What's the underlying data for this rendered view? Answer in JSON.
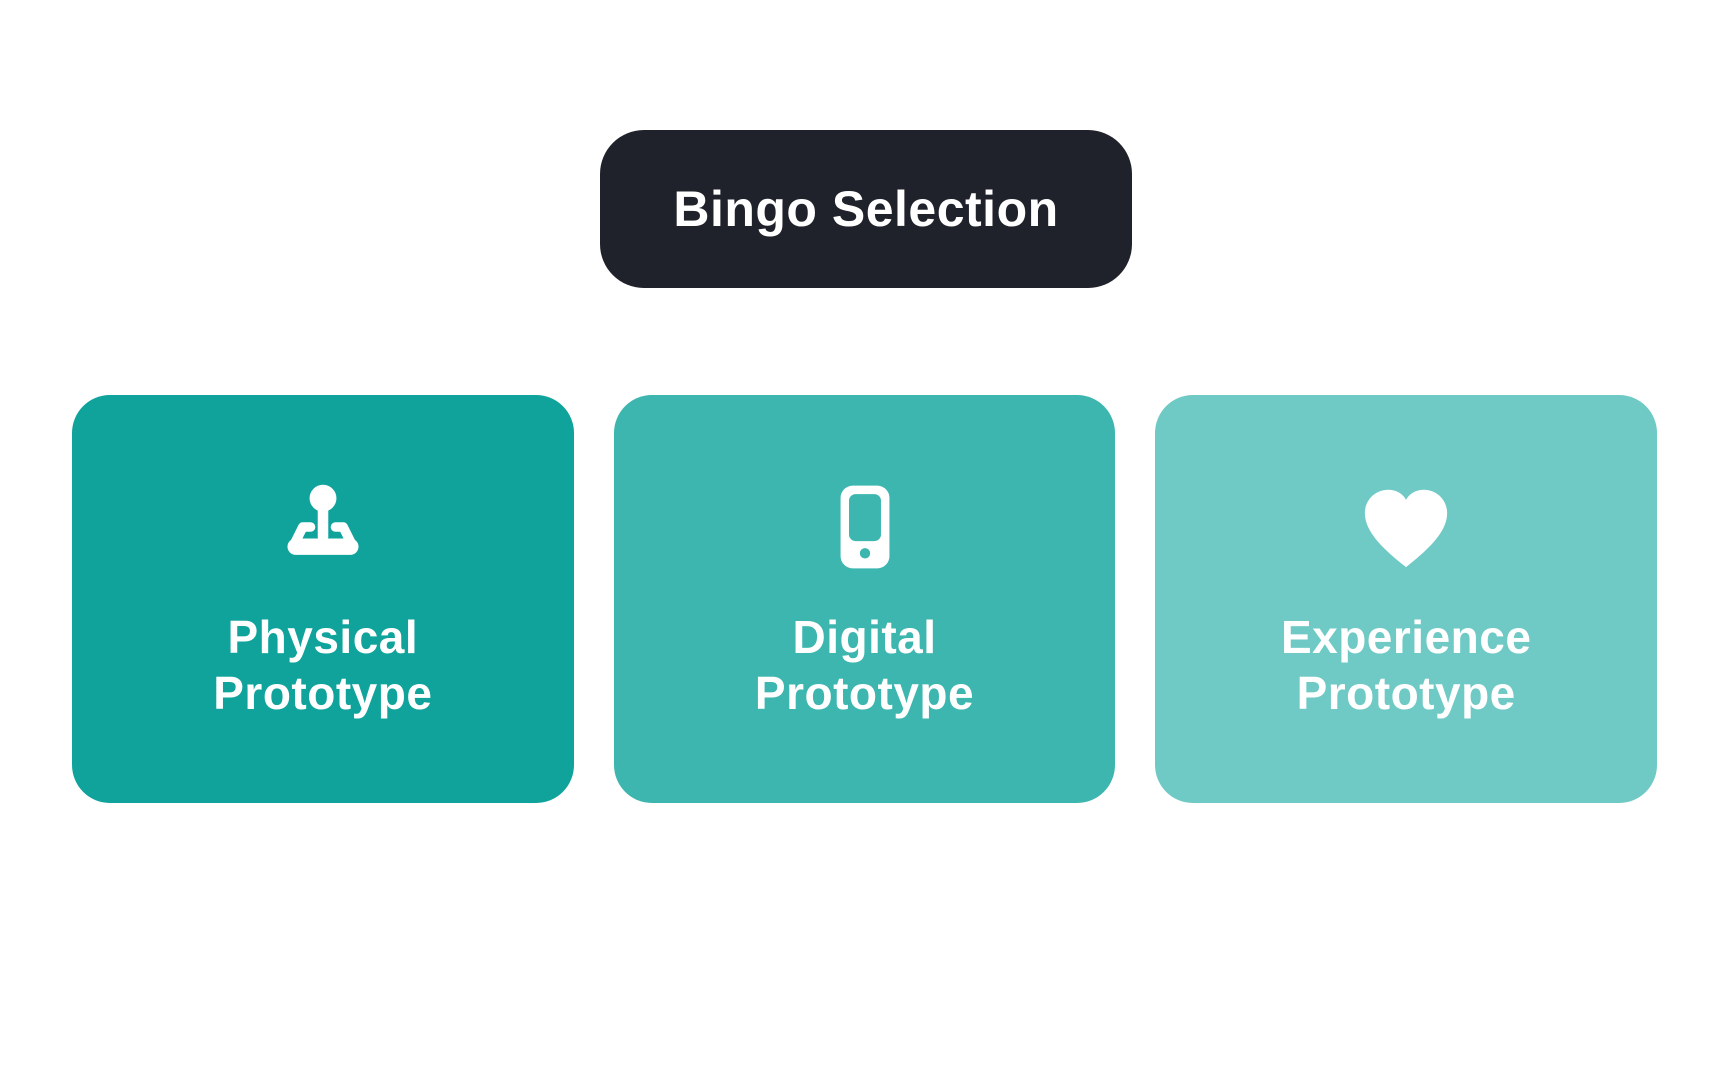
{
  "page": {
    "background": "#ffffff"
  },
  "header": {
    "title": "Bingo Selection",
    "background": "#20222B",
    "text_color": "#ffffff"
  },
  "cards": [
    {
      "label_line1": "Physical",
      "label_line2": "Prototype",
      "icon": "joystick-icon",
      "background": "#0FA39C"
    },
    {
      "label_line1": "Digital",
      "label_line2": "Prototype",
      "icon": "tablet-icon",
      "background": "#3DB6B0"
    },
    {
      "label_line1": "Experience",
      "label_line2": "Prototype",
      "icon": "heart-icon",
      "background": "#6FC9C5"
    }
  ]
}
